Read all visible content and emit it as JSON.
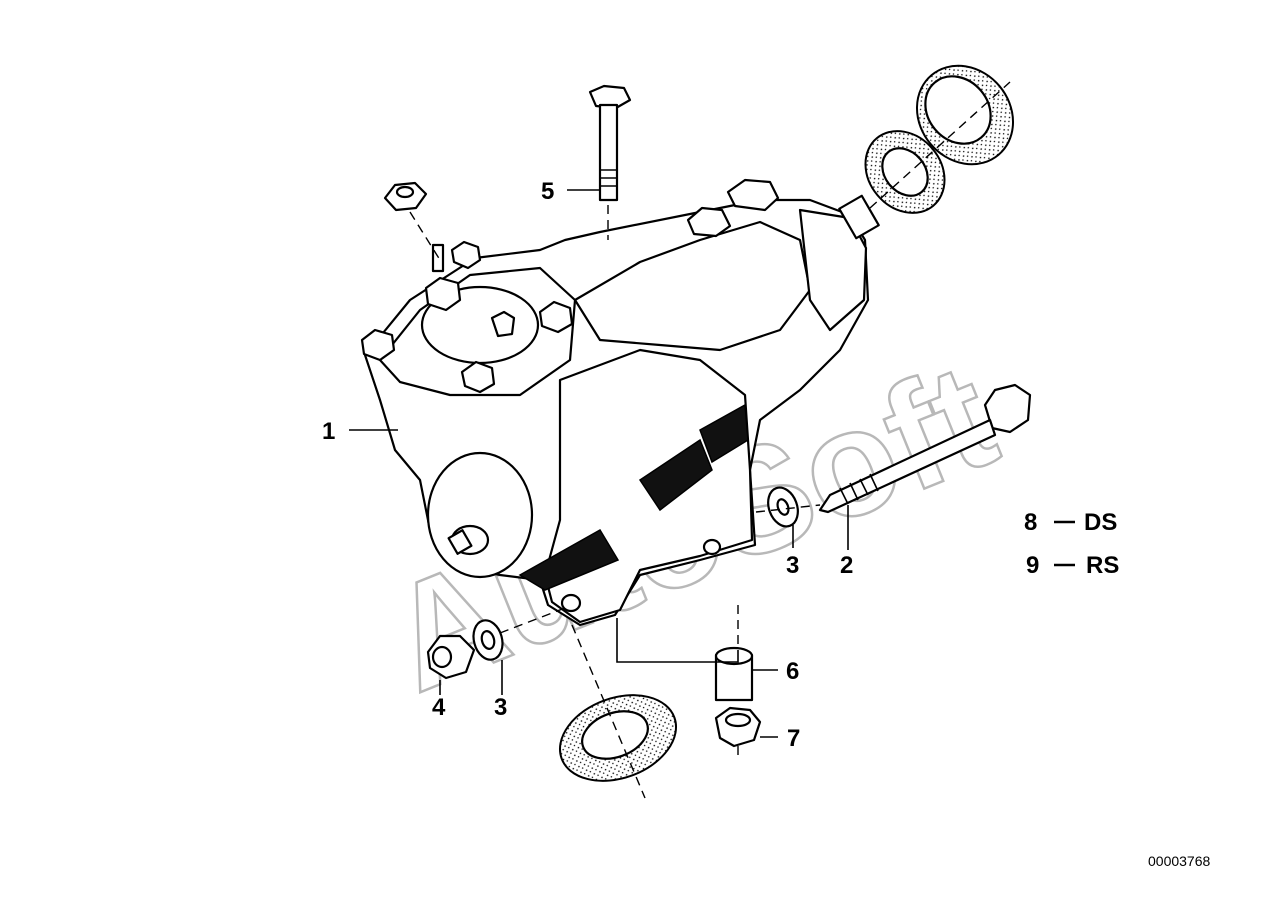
{
  "callouts": {
    "c1": "1",
    "c2": "2",
    "c3a": "3",
    "c3b": "3",
    "c4": "4",
    "c5": "5",
    "c6": "6",
    "c7": "7"
  },
  "legend": {
    "row8_number": "8",
    "row8_code": "DS",
    "row9_number": "9",
    "row9_code": "RS"
  },
  "watermark": "AutoSoft",
  "diagram_code": "00003768"
}
